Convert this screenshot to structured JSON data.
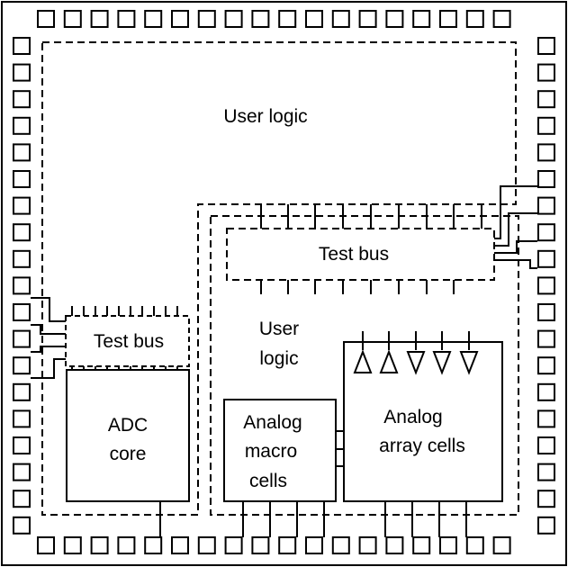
{
  "labels": {
    "user_logic_top": "User logic",
    "test_bus_right": "Test bus",
    "test_bus_left": "Test bus",
    "user_logic_inner_1": "User",
    "user_logic_inner_2": "logic",
    "adc_core_1": "ADC",
    "adc_core_2": "core",
    "analog_macro_1": "Analog",
    "analog_macro_2": "macro",
    "analog_macro_3": "cells",
    "analog_array_1": "Analog",
    "analog_array_2": "array cells"
  }
}
